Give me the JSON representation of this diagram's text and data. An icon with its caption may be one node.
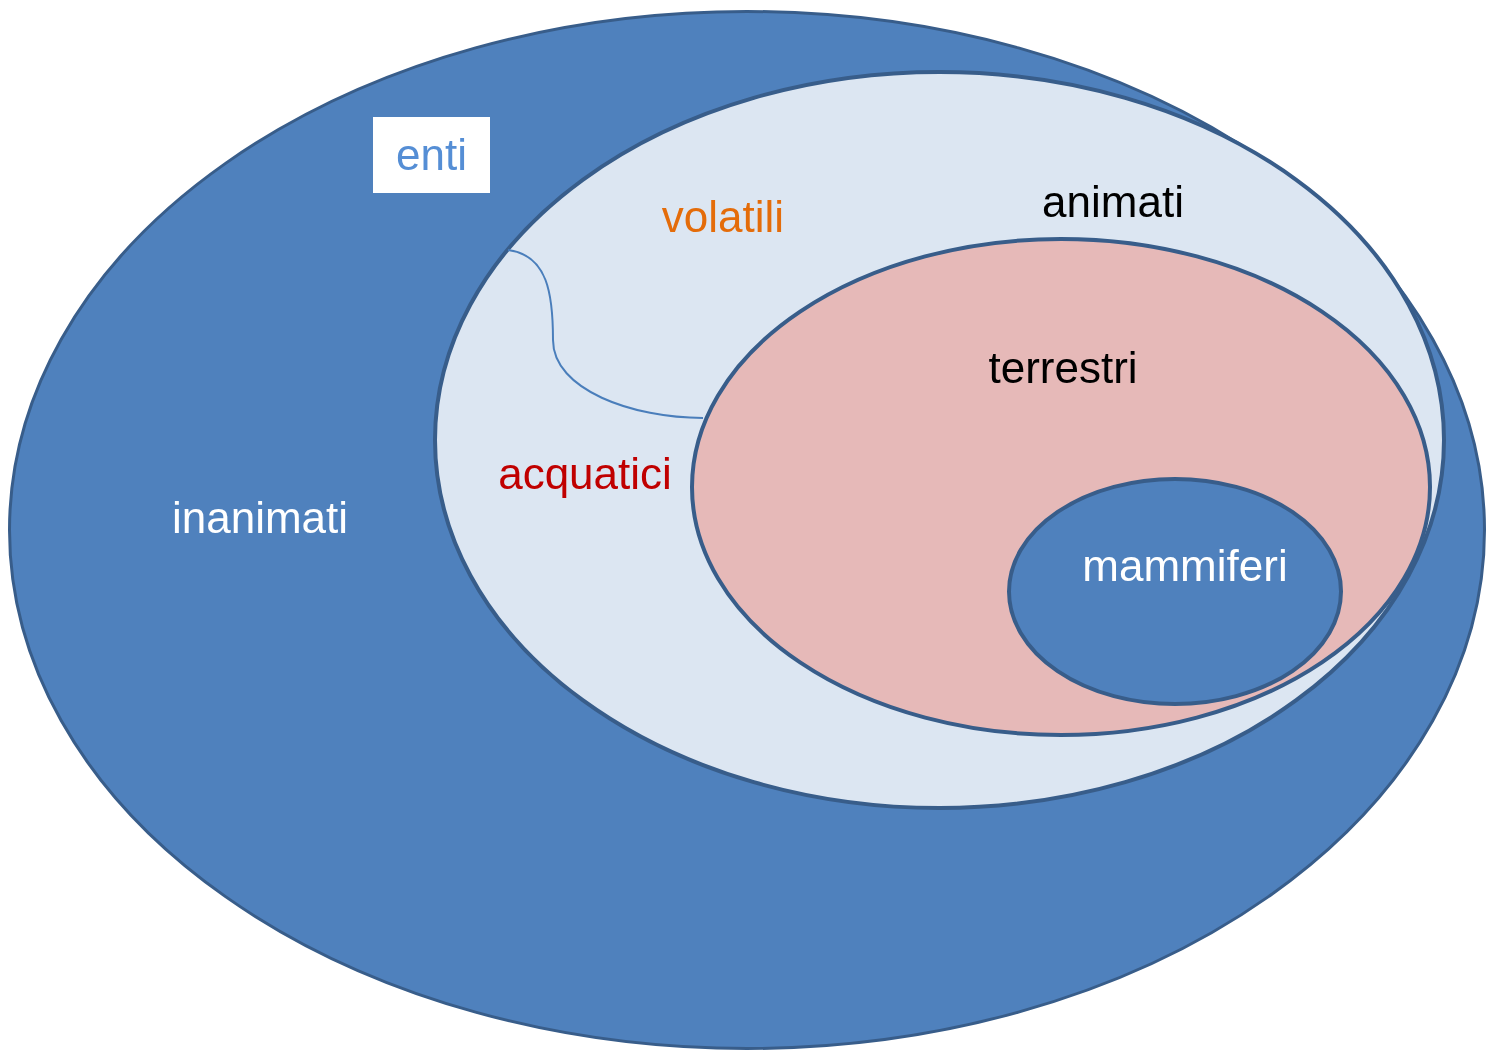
{
  "diagram": {
    "nodes": [
      {
        "text": [
          "inanimati"
        ]
      },
      {
        "text": [
          "enti"
        ],
        "in": 0
      },
      {
        "text": [
          "volatili",
          "animati",
          "acquatici"
        ],
        "in": 0
      },
      {
        "text": [
          "terrestri"
        ],
        "in": 2
      },
      {
        "text": [
          "mammiferi"
        ],
        "in": 3
      }
    ]
  }
}
